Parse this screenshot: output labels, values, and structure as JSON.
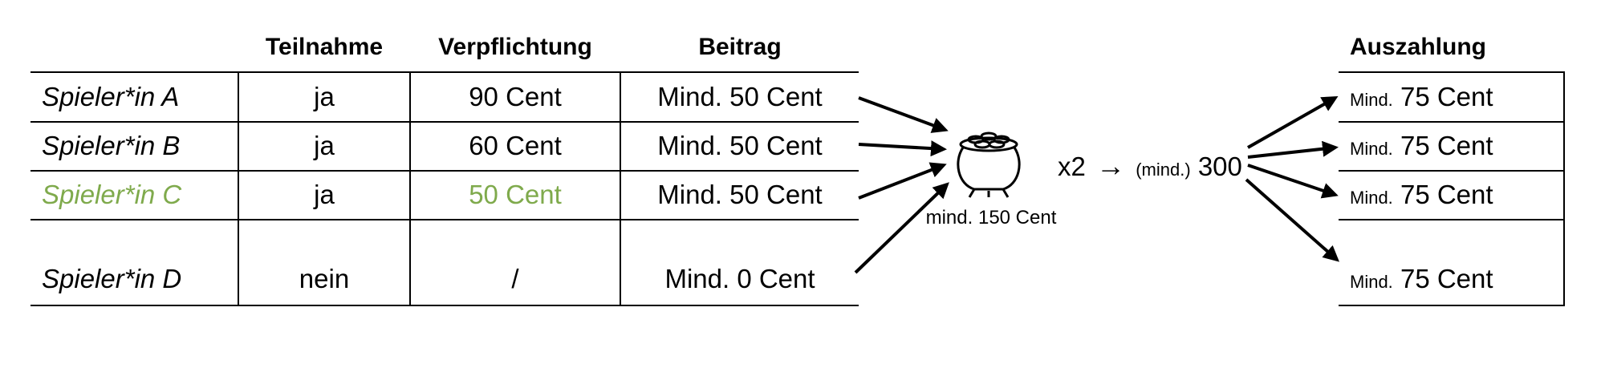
{
  "table": {
    "headers": {
      "participation": "Teilnahme",
      "commitment": "Verpflichtung",
      "contribution": "Beitrag"
    },
    "rows": [
      {
        "player": "Spieler*in A",
        "participation": "ja",
        "commitment": "90 Cent",
        "contribution": "Mind. 50 Cent"
      },
      {
        "player": "Spieler*in B",
        "participation": "ja",
        "commitment": "60 Cent",
        "contribution": "Mind. 50 Cent"
      },
      {
        "player": "Spieler*in C",
        "participation": "ja",
        "commitment": "50 Cent",
        "contribution": "Mind. 50 Cent"
      },
      {
        "player": "Spieler*in D",
        "participation": "nein",
        "commitment": "/",
        "contribution": "Mind. 0 Cent"
      }
    ],
    "highlight_color": "#7faa4c"
  },
  "pot": {
    "icon": "pot-of-coins-icon",
    "label": "mind. 150 Cent"
  },
  "multiplier": {
    "factor": "x2",
    "arrow": "→",
    "prefix": "(mind.)",
    "value": "300"
  },
  "payout": {
    "header": "Auszahlung",
    "rows": [
      {
        "prefix": "Mind.",
        "amount": "75 Cent"
      },
      {
        "prefix": "Mind.",
        "amount": "75 Cent"
      },
      {
        "prefix": "Mind.",
        "amount": "75 Cent"
      },
      {
        "prefix": "Mind.",
        "amount": "75 Cent"
      }
    ]
  }
}
